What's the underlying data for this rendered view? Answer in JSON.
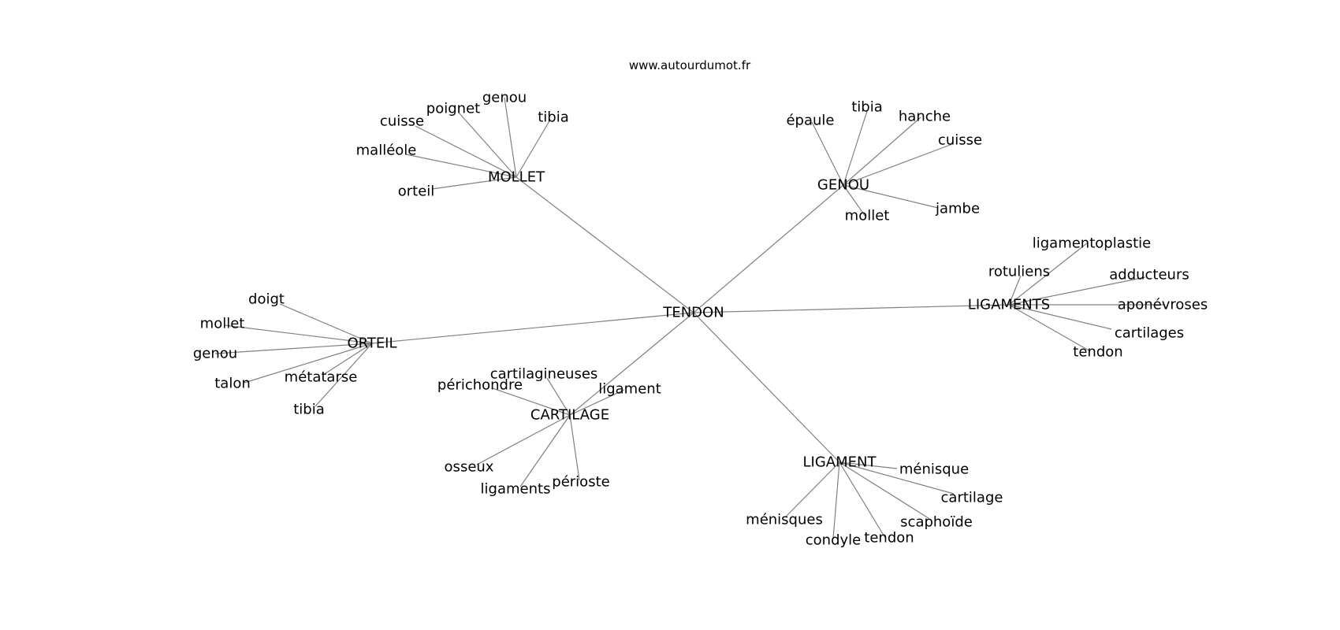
{
  "source": "www.autourdumot.fr",
  "graph": {
    "center": "TENDON",
    "clusters": [
      {
        "id": "mollet",
        "label": "MOLLET",
        "leaves": [
          "genou",
          "poignet",
          "cuisse",
          "tibia",
          "malléole",
          "orteil"
        ]
      },
      {
        "id": "genou",
        "label": "GENOU",
        "leaves": [
          "épaule",
          "tibia",
          "hanche",
          "cuisse",
          "jambe",
          "mollet"
        ]
      },
      {
        "id": "ligaments",
        "label": "LIGAMENTS",
        "leaves": [
          "ligamentoplastie",
          "rotuliens",
          "adducteurs",
          "aponévroses",
          "cartilages",
          "tendon"
        ]
      },
      {
        "id": "orteil",
        "label": "ORTEIL",
        "leaves": [
          "doigt",
          "mollet",
          "genou",
          "talon",
          "métatarse",
          "tibia"
        ]
      },
      {
        "id": "cartilage",
        "label": "CARTILAGE",
        "leaves": [
          "cartilagineuses",
          "périchondre",
          "ligament",
          "osseux",
          "ligaments",
          "périoste"
        ]
      },
      {
        "id": "ligament",
        "label": "LIGAMENT",
        "leaves": [
          "ménisque",
          "cartilage",
          "scaphoïde",
          "tendon",
          "condyle",
          "ménisques"
        ]
      }
    ]
  }
}
